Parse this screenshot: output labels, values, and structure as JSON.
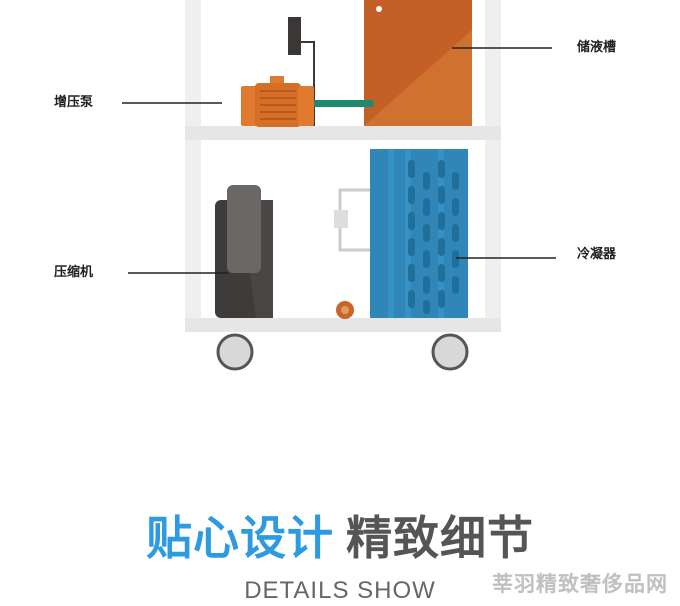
{
  "labels": {
    "liquid_tank": "储液槽",
    "booster_pump": "增压泵",
    "compressor": "压缩机",
    "condenser": "冷凝器"
  },
  "heading": {
    "accent": "贴心设计",
    "rest": "精致细节"
  },
  "subheading": "DETAILS SHOW",
  "watermark": "莘羽精致奢侈品网",
  "colors": {
    "frame": "#eeeeee",
    "tank": "#c8662a",
    "pump": "#e07a2e",
    "compressor": "#3e3b3b",
    "condenser": "#2f86b7",
    "pipe": "#1f8a6e",
    "accent": "#2e9ae0"
  }
}
